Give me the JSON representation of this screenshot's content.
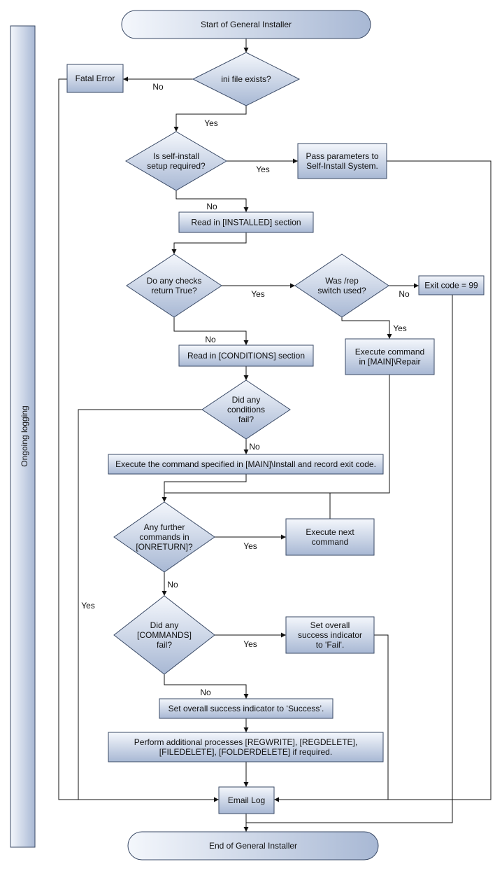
{
  "colors": {
    "fill_light": "#f4f7fc",
    "fill_dark": "#a8b8d4",
    "stroke": "#3a4a66",
    "line": "#111111"
  },
  "lane": {
    "label": "Ongoing logging"
  },
  "nodes": {
    "start": [
      "Start of General Installer"
    ],
    "ini_exists": [
      "ini file exists?"
    ],
    "fatal_error": [
      "Fatal Error"
    ],
    "self_install_q": [
      "Is self-install",
      "setup required?"
    ],
    "pass_params": [
      "Pass parameters to",
      "Self-Install System."
    ],
    "read_installed": [
      "Read in [INSTALLED] section"
    ],
    "checks_q": [
      "Do any checks",
      "return True?"
    ],
    "rep_q": [
      "Was /rep",
      "switch used?"
    ],
    "exit99": [
      "Exit code = 99"
    ],
    "exec_repair": [
      "Execute command",
      "in [MAIN]\\Repair"
    ],
    "read_conditions": [
      "Read in [CONDITIONS] section"
    ],
    "conditions_q": [
      "Did any",
      "conditions",
      "fail?"
    ],
    "exec_install": [
      "Execute the command specified in [MAIN]\\Install and record exit code."
    ],
    "further_q": [
      "Any further",
      "commands in",
      "[ONRETURN]?"
    ],
    "exec_next": [
      "Execute next",
      "command"
    ],
    "commands_fail_q": [
      "Did any",
      "[COMMANDS]",
      "fail?"
    ],
    "set_fail": [
      "Set overall",
      "success indicator",
      "to 'Fail'."
    ],
    "set_success": [
      "Set overall success indicator to ‘Success’."
    ],
    "additional": [
      "Perform additional processes [REGWRITE], [REGDELETE],",
      "[FILEDELETE], [FOLDERDELETE] if required."
    ],
    "email_log": [
      "Email Log"
    ],
    "end": [
      "End of General Installer"
    ]
  },
  "edge_labels": {
    "ini_no": "No",
    "ini_yes": "Yes",
    "self_yes": "Yes",
    "self_no": "No",
    "checks_yes": "Yes",
    "checks_no": "No",
    "rep_no": "No",
    "rep_yes": "Yes",
    "cond_no": "No",
    "cond_yes": "Yes",
    "further_yes": "Yes",
    "further_no": "No",
    "cmd_yes": "Yes",
    "cmd_no": "No"
  }
}
